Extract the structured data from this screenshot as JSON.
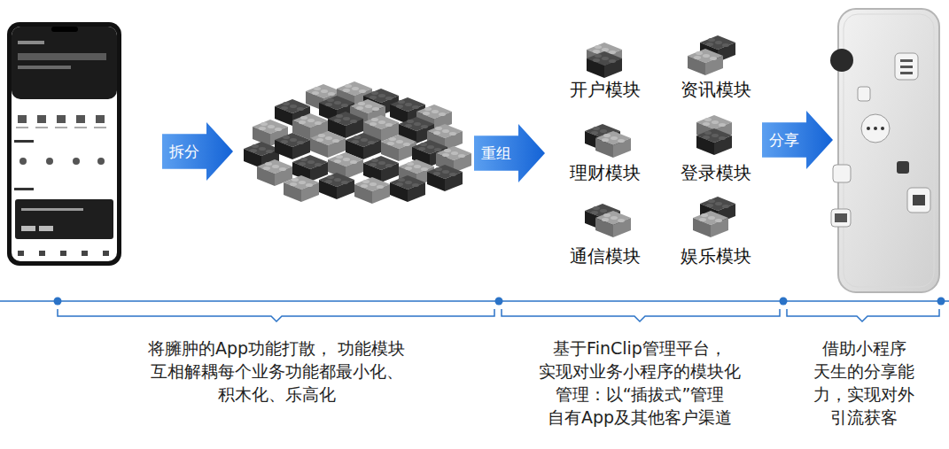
{
  "diagram": {
    "nodes": [
      {
        "text": [
          "拆分"
        ]
      },
      {
        "text": [
          "重组"
        ]
      },
      {
        "text": [
          "分享"
        ]
      }
    ],
    "labels": [
      "开户模块",
      "资讯模块",
      "理财模块",
      "登录模块",
      "通信模块",
      "娱乐模块",
      "将臃肿的App功能打散， 功能模块 互相解耦每个业务功能都最小化、 积木化、乐高化",
      "基于FinClip管理平台， 实现对业务小程序的模块化 管理：以“插拔式”管理 自有App及其他客户渠道",
      "借助小程序 天生的分享能 力，实现对外 引流获客"
    ]
  }
}
